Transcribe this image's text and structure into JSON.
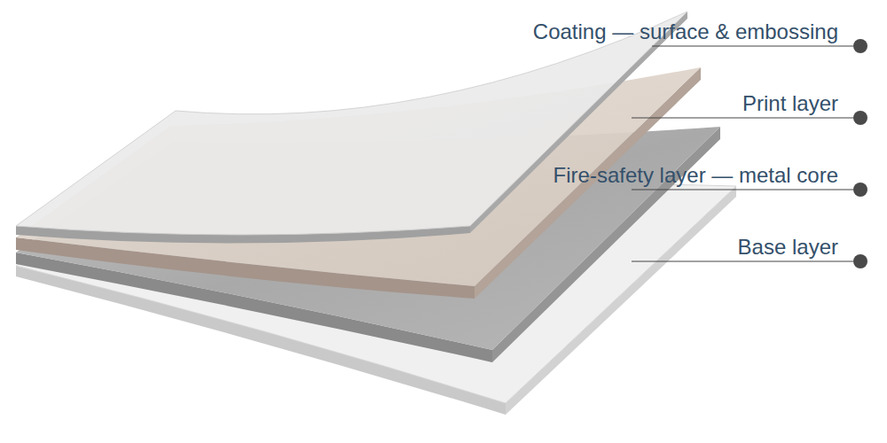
{
  "diagram": {
    "labels": [
      "Coating — surface & embossing",
      "Print layer",
      "Fire-safety layer — metal core",
      "Base layer"
    ]
  }
}
